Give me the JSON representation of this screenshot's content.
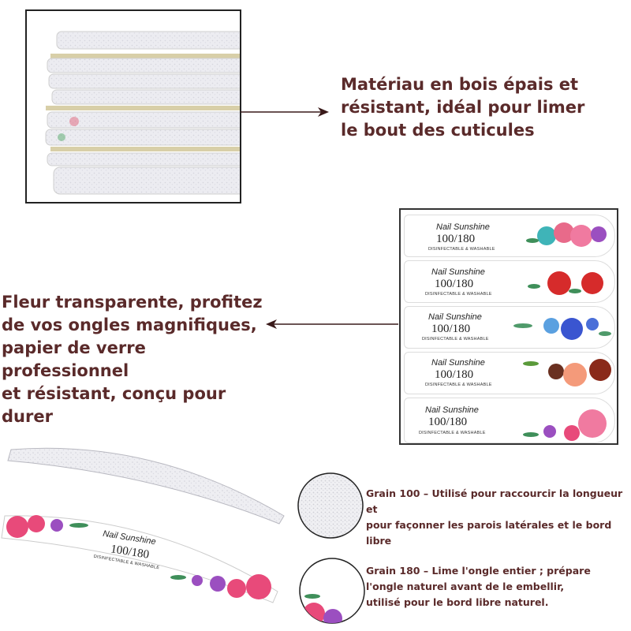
{
  "section1": {
    "text": [
      "Matériau en bois épais et",
      "résistant, idéal pour limer",
      "le bout des cuticules"
    ]
  },
  "section2": {
    "text": [
      "Fleur transparente, profitez",
      "de vos ongles magnifiques,",
      "papier de verre professionnel",
      "et résistant, conçu pour durer"
    ]
  },
  "file_label": {
    "brand": "Nail Sunshine",
    "grit": "100/180",
    "washable": "DISINFECTABLE & WASHABLE"
  },
  "grain100": {
    "text": [
      "Grain 100 – Utilisé pour raccourcir la longueur et",
      "pour façonner les parois latérales et le bord libre"
    ]
  },
  "grain180": {
    "text": [
      "Grain 180 – Lime l'ongle entier ; prépare",
      "l'ongle naturel avant de le embellir,",
      "utilisé pour le bord libre naturel."
    ]
  },
  "colors": {
    "text": "#5a2a2a",
    "frame": "#222222",
    "sandpaper": "#e9e9ee",
    "rose": "#e84a7a",
    "red_rose": "#d62b2b",
    "blue_flower": "#3a55d0",
    "leaf": "#3f8f5a"
  }
}
